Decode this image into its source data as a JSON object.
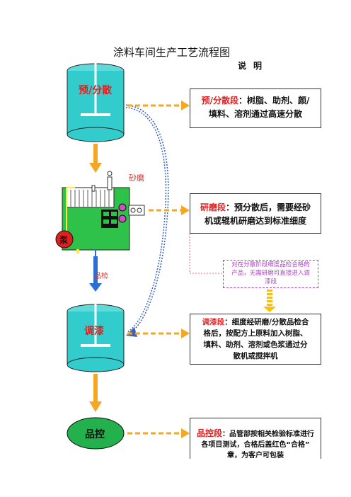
{
  "title": "涂料车间生产工艺流程图",
  "subtitle": "说明",
  "tanks": {
    "predisperse": "预/分散",
    "letdown": "调漆",
    "qc": "品控"
  },
  "labels": {
    "grinding": "砂磨",
    "inspection": "品检",
    "pump": "泵"
  },
  "steps": [
    {
      "head": "预/分散段",
      "body_lines": [
        "：树脂、助剂、颜/",
        "填料、溶剂通过高速分散"
      ]
    },
    {
      "head": "研磨段",
      "body_lines": [
        "：预分散后，需要经砂",
        "机或辊机研磨达到标准细度"
      ]
    },
    {
      "head": "调漆段",
      "body_lines": [
        "：细度经研磨/分散品检合",
        "格后，按配方上原料加入树脂、",
        "填料、助剂、溶剂或色浆通过分",
        "散机或搅拌机"
      ]
    },
    {
      "head": "品控段",
      "body_lines": [
        "：品管部按相关检验标准进行",
        "各项目测试，合格后盖红色“合格”",
        "章，为客户可包装"
      ]
    }
  ],
  "note_lines": [
    "对在分散阶段细度品检合格的",
    "产品，无需研磨可直接进入调",
    "漆段"
  ],
  "colors": {
    "tank_fill": "#33cccc",
    "arrow_orange": "#f5a623",
    "arrow_yellow": "#ffc000",
    "qc_fill": "#22b14c",
    "mill_body": "#2ec24a",
    "accent_red": "#e02020"
  }
}
